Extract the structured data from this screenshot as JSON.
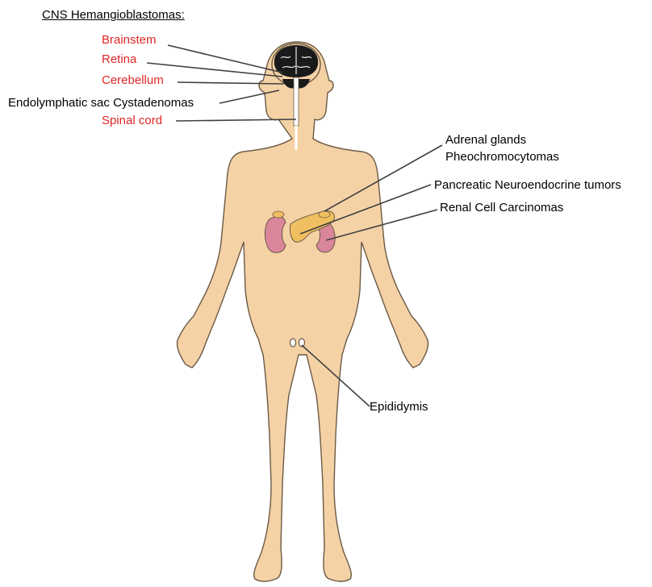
{
  "title": "CNS Hemangioblastomas:",
  "labels": {
    "brainstem": "Brainstem",
    "retina": "Retina",
    "cerebellum": "Cerebellum",
    "endolymphatic": "Endolymphatic sac Cystadenomas",
    "spinal_cord": "Spinal cord",
    "adrenal_line1": "Adrenal glands",
    "adrenal_line2": "Pheochromocytomas",
    "pancreatic": "Pancreatic Neuroendocrine tumors",
    "renal": "Renal Cell Carcinomas",
    "epididymis": "Epididymis"
  },
  "colors": {
    "cns_label": "#e02626",
    "text": "#000000",
    "skin": "#f5d2a6",
    "outline": "#6b5a45",
    "kidney": "#d9869b",
    "pancreas": "#f0c060",
    "brain": "#1a1a1a"
  }
}
